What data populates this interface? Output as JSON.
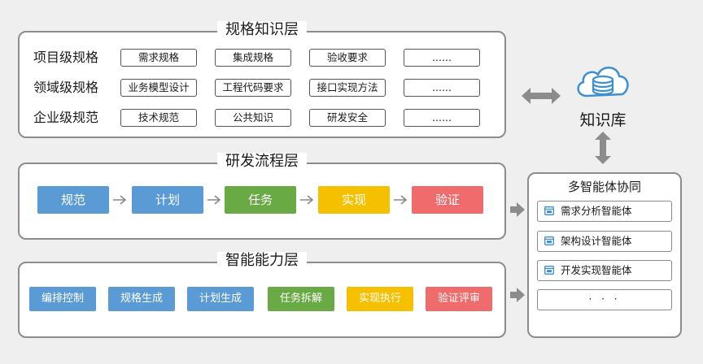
{
  "spec_layer": {
    "title": "规格知识层",
    "rows": [
      {
        "label": "项目级规格",
        "items": [
          "需求规格",
          "集成规格",
          "验收要求",
          "......"
        ]
      },
      {
        "label": "领域级规格",
        "items": [
          "业务模型设计",
          "工程代码要求",
          "接口实现方法",
          "......"
        ]
      },
      {
        "label": "企业级规范",
        "items": [
          "技术规范",
          "公共知识",
          "研发安全",
          "......"
        ]
      }
    ]
  },
  "process_layer": {
    "title": "研发流程层",
    "steps": [
      {
        "label": "规范",
        "color": "#5b9bd5"
      },
      {
        "label": "计划",
        "color": "#5b9bd5"
      },
      {
        "label": "任务",
        "color": "#6aaa45"
      },
      {
        "label": "实现",
        "color": "#f5c000"
      },
      {
        "label": "验证",
        "color": "#f06b6b"
      }
    ]
  },
  "capability_layer": {
    "title": "智能能力层",
    "items": [
      {
        "label": "编排控制",
        "color": "#5b9bd5"
      },
      {
        "label": "规格生成",
        "color": "#5b9bd5"
      },
      {
        "label": "计划生成",
        "color": "#5b9bd5"
      },
      {
        "label": "任务拆解",
        "color": "#6aaa45"
      },
      {
        "label": "实现执行",
        "color": "#f5c000"
      },
      {
        "label": "验证评审",
        "color": "#f06b6b"
      }
    ]
  },
  "knowledge_base": {
    "label": "知识库",
    "icon": "cloud-database-icon"
  },
  "multi_agent": {
    "title": "多智能体协同",
    "agents": [
      "需求分析智能体",
      "架构设计智能体",
      "开发实现智能体"
    ],
    "more": "· · ·"
  }
}
